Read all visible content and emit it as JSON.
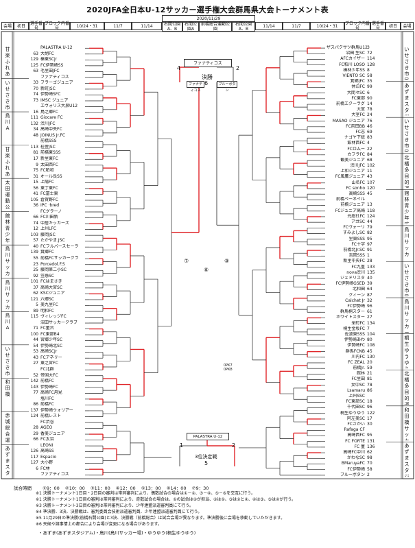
{
  "title": "2020JFA全日本U-12サッカー選手権大会群馬県大会トーナメント表",
  "header": {
    "left": [
      "会場",
      "初日",
      "選手番号",
      "ブロック内番号",
      "10/24・31",
      "11/7",
      "11/14"
    ],
    "center": [
      "右間公園 A、B",
      "右間公園A",
      "前橋総合運動公園",
      "右間公園 A、B"
    ],
    "center_date": "2020/11/29",
    "right": [
      "11/14",
      "11/7",
      "10/24・31",
      "ブロック内番号",
      "選手番号",
      "初日",
      "会場"
    ]
  },
  "venues_left": [
    "甘楽ふれあいの森",
    "いせさき市民のもり",
    "鳥川 A",
    "甘楽ふれあいの森",
    "太田運動公園",
    "館林青少年広場",
    "鳥川サッカー場",
    "鳥川サッカー場",
    "鳥川 A",
    "いせさき市民のもり",
    "和田橋",
    "赤城総合運動自然公園",
    "あずまスタジアム"
  ],
  "venues_right": [
    "いせさき市民のもり",
    "あずまスタジアム B",
    "いせさき市民のもり",
    "北橘多目的運動場",
    "館林青少年広場",
    "鳥川サッカー場",
    "いせさき市民のもり",
    "鳥川サッカー場",
    "桐生ゆうゆう A",
    "北橘多目的運動場",
    "和田橋サッカー場",
    "あずまスタジアム A"
  ],
  "left_teams": [
    {
      "no": "",
      "name": "PALASTRA U-12"
    },
    {
      "no": "63",
      "name": "大胡FC"
    },
    {
      "no": "129",
      "name": "榛東SCjr"
    },
    {
      "no": "125",
      "name": "FC伊勢崎SS"
    },
    {
      "no": "63",
      "name": "毛里田JFC"
    },
    {
      "no": "",
      "name": "ファナティコス"
    },
    {
      "no": "33",
      "name": "フラーゴジュニア"
    },
    {
      "no": "70",
      "name": "新町JSC"
    },
    {
      "no": "74",
      "name": "伊勢崎SFC"
    },
    {
      "no": "73",
      "name": "IMSC ジュニア"
    },
    {
      "no": "",
      "name": "エヴォリス大泉U12"
    },
    {
      "no": "16",
      "name": "鳥之郷FC"
    },
    {
      "no": "111",
      "name": "Giocare FC"
    },
    {
      "no": "132",
      "name": "渋川JFC"
    },
    {
      "no": "34",
      "name": "高崎中央FC"
    },
    {
      "no": "48",
      "name": "JOINUS Jr.FC"
    },
    {
      "no": "",
      "name": "前橋SSS"
    },
    {
      "no": "113",
      "name": "桂萱JSC"
    },
    {
      "no": "81",
      "name": "前橋東SSS"
    },
    {
      "no": "17",
      "name": "新里東FC"
    },
    {
      "no": "9",
      "name": "太田西FC"
    },
    {
      "no": "75",
      "name": "FC粕和"
    },
    {
      "no": "31",
      "name": "オール長SS"
    },
    {
      "no": "15",
      "name": "上陽FC"
    },
    {
      "no": "56",
      "name": "東丁東FC"
    },
    {
      "no": "41",
      "name": "FC富士東"
    },
    {
      "no": "105",
      "name": "倉賀野FC"
    },
    {
      "no": "36",
      "name": "IPC ·bred"
    },
    {
      "no": "",
      "name": "FCグラーノ"
    },
    {
      "no": "66",
      "name": "FC川田新"
    },
    {
      "no": "74",
      "name": "中居キッカーズ"
    },
    {
      "no": "12",
      "name": "上州LFC"
    },
    {
      "no": "103",
      "name": "藤岡JSC"
    },
    {
      "no": "57",
      "name": "たかやま.JSC"
    },
    {
      "no": "40",
      "name": "FCフルバースセーラー"
    },
    {
      "no": "139",
      "name": "箕郷FC"
    },
    {
      "no": "55",
      "name": "前橋FCサッカークラブ"
    },
    {
      "no": "23",
      "name": "Porcedol.F.S"
    },
    {
      "no": "25",
      "name": "藤岡第二小SC"
    },
    {
      "no": "92",
      "name": "笠懸SC"
    },
    {
      "no": "101",
      "name": "FCはまさき"
    },
    {
      "no": "37",
      "name": "高崎大宮SC"
    },
    {
      "no": "62",
      "name": "KSCジュニア"
    },
    {
      "no": "121",
      "name": "六郷SC"
    },
    {
      "no": "5",
      "name": "美九里FC"
    },
    {
      "no": "89",
      "name": "明和FC"
    },
    {
      "no": "115",
      "name": "ヴィレッジFC"
    },
    {
      "no": "",
      "name": "沼田サッカークラブ"
    },
    {
      "no": "71",
      "name": "FC菫台"
    },
    {
      "no": "100",
      "name": "FC東部B4"
    },
    {
      "no": "44",
      "name": "宮郷少年SC"
    },
    {
      "no": "54",
      "name": "伊勢崎北SC"
    },
    {
      "no": "53",
      "name": "高崎SCJr"
    },
    {
      "no": "43",
      "name": "FCアネリー"
    },
    {
      "no": "27",
      "name": "東之宮FC"
    },
    {
      "no": "",
      "name": "FC北群"
    },
    {
      "no": "52",
      "name": "帝国大FC"
    },
    {
      "no": "142",
      "name": "前橋FC"
    },
    {
      "no": "143",
      "name": "伊勢崎FC"
    },
    {
      "no": "77",
      "name": "高崎FC月見"
    },
    {
      "no": "",
      "name": "塩川FC"
    },
    {
      "no": "86",
      "name": "前橋FC"
    },
    {
      "no": "137",
      "name": "伊勢崎ウォリアー"
    },
    {
      "no": "124",
      "name": "前橋レスト"
    },
    {
      "no": "",
      "name": "FC渋谷"
    },
    {
      "no": "28",
      "name": "AGEO"
    },
    {
      "no": "29",
      "name": "香美ジュニア"
    },
    {
      "no": "66",
      "name": "FC太沼"
    },
    {
      "no": "",
      "name": "LEONI"
    },
    {
      "no": "126",
      "name": "高崎SS"
    },
    {
      "no": "117",
      "name": "Espacio"
    },
    {
      "no": "127",
      "name": "大小野"
    },
    {
      "no": "6",
      "name": "FC林"
    },
    {
      "no": "",
      "name": "ファナティコス"
    }
  ],
  "right_teams": [
    {
      "no": "3",
      "name": "ザスパクサツ群馬U12"
    },
    {
      "no": "72",
      "name": "沼田 生SC"
    },
    {
      "no": "114",
      "name": "AFCカイザー"
    },
    {
      "no": "128",
      "name": "FC粕川 LOSO"
    },
    {
      "no": "8",
      "name": "榛林少年SS"
    },
    {
      "no": "58",
      "name": "VIENTO SC"
    },
    {
      "no": "35",
      "name": "箕郷JFC"
    },
    {
      "no": "99",
      "name": "休泊FC"
    },
    {
      "no": "6",
      "name": "大間々SC"
    },
    {
      "no": "90",
      "name": "FC東部"
    },
    {
      "no": "14",
      "name": "前橋エクーラグ"
    },
    {
      "no": "78",
      "name": "大室"
    },
    {
      "no": "24",
      "name": "大室FC"
    },
    {
      "no": "76",
      "name": "MASAO ジュニア"
    },
    {
      "no": "46",
      "name": "FC前田BB"
    },
    {
      "no": "69",
      "name": "FC志"
    },
    {
      "no": "83",
      "name": "ナゴヤ下総"
    },
    {
      "no": "4",
      "name": "館林西FC"
    },
    {
      "no": "22",
      "name": "FCロムー"
    },
    {
      "no": "84",
      "name": "カフラFC"
    },
    {
      "no": "68",
      "name": "観美ジュニア"
    },
    {
      "no": "102",
      "name": "渋川JFC"
    },
    {
      "no": "11",
      "name": "上和ジュニア"
    },
    {
      "no": "43",
      "name": "FC風鷹ジュニア"
    },
    {
      "no": "107",
      "name": "山名FC"
    },
    {
      "no": "120",
      "name": "FC sonho"
    },
    {
      "no": "45",
      "name": "高崎SSS"
    },
    {
      "no": "",
      "name": "前橋ペーネイル"
    },
    {
      "no": "13",
      "name": "前橋ジュニア"
    },
    {
      "no": "118",
      "name": "FCジュニア高崎"
    },
    {
      "no": "124",
      "name": "元総社FC"
    },
    {
      "no": "44",
      "name": "アガSC"
    },
    {
      "no": "79",
      "name": "FCヴォーリ"
    },
    {
      "no": "82",
      "name": "すみよしSC"
    },
    {
      "no": "95",
      "name": "里東SSS"
    },
    {
      "no": "97",
      "name": "FC十字"
    },
    {
      "no": "91",
      "name": "前橋北Jr.SC"
    },
    {
      "no": "1",
      "name": "吉岡SSS"
    },
    {
      "no": "28",
      "name": "新里中央FC"
    },
    {
      "no": "133",
      "name": "FC九重"
    },
    {
      "no": "135",
      "name": "nova渋川"
    },
    {
      "no": "40",
      "name": "ジェドリスタ"
    },
    {
      "no": "39",
      "name": "FC伊勢崎GSED"
    },
    {
      "no": "64",
      "name": "北和田"
    },
    {
      "no": "87",
      "name": "クィーン"
    },
    {
      "no": "32",
      "name": "Calchet Jr"
    },
    {
      "no": "96",
      "name": "FC伊勢崎"
    },
    {
      "no": "61",
      "name": "群馬桐スター"
    },
    {
      "no": "27",
      "name": "ホワイトスター"
    },
    {
      "no": "134",
      "name": "栄町FC"
    },
    {
      "no": "7",
      "name": "桐生金坂FC"
    },
    {
      "no": "104",
      "name": "佐波東SSS"
    },
    {
      "no": "80",
      "name": "伊勢崎あわ"
    },
    {
      "no": "108",
      "name": "伊勢崎FC"
    },
    {
      "no": "45",
      "name": "群馬FCNB"
    },
    {
      "no": "130",
      "name": "川内FC"
    },
    {
      "no": "20",
      "name": "FC ZEAL"
    },
    {
      "no": "59",
      "name": "前橋Jr."
    },
    {
      "no": "21",
      "name": "館林"
    },
    {
      "no": "81",
      "name": "FC里田"
    },
    {
      "no": "78",
      "name": "女中SC"
    },
    {
      "no": "86",
      "name": "Lsamaru"
    },
    {
      "no": "",
      "name": "上州SSC"
    },
    {
      "no": "18",
      "name": "FC東部SC"
    },
    {
      "no": "96",
      "name": "千代田SC"
    },
    {
      "no": "122",
      "name": "桐生ゆうゆう"
    },
    {
      "no": "17",
      "name": "阿左美SC"
    },
    {
      "no": "30",
      "name": "FCさかい"
    },
    {
      "no": "",
      "name": "Rafaga CF"
    },
    {
      "no": "95",
      "name": "高崎西FC"
    },
    {
      "no": "131",
      "name": "FC FORTE"
    },
    {
      "no": "136",
      "name": "FC 菫"
    },
    {
      "no": "62",
      "name": "高崎FC中川"
    },
    {
      "no": "98",
      "name": "かわなSC"
    },
    {
      "no": "70",
      "name": "BMaruyaFC"
    },
    {
      "no": "58",
      "name": "FC伊勢崎"
    },
    {
      "no": "2",
      "name": "ブルーボタン"
    }
  ],
  "final_box": {
    "top": "ファナティコス",
    "left_score": "4",
    "right_score": "2",
    "label": "決勝",
    "circle": "6",
    "bottom_left": "ファナティコス",
    "bottom_right": "ブルーボタン"
  },
  "third_box": {
    "top": "PALASTRA U-12",
    "left_score": "1",
    "right_score": "2",
    "label": "3位決定戦",
    "circle": "5",
    "bottom_left": "",
    "bottom_right": ""
  },
  "times": {
    "label": "試合時間",
    "slots": [
      "①9：00",
      "②10：00",
      "③11：00",
      "④12：00",
      "⑤13：00",
      "⑥14：00",
      "⑦9：30"
    ]
  },
  "notes": [
    "※1 決勝トーナメント1日目・2日目の審判は帯同審判により、偶数試合の場合は①－②、③－④、⑤－⑥を交互に行う。",
    "※1 決勝トーナメント1日目の審判は帯同審判により、奇数試合の場合は、①の試合は②が担当、②は①、③は②と④、④は③、⑤は④が行う。",
    "※3 決勝トーナメント3日目の審判は帯同審判により、少年連盟派遣審判員にて行う。",
    "※4 準決勝、3決、決勝戦は、審判委員会技術派遣審判員、少年連盟派遣審判員にて行う。",
    "※5 11月29日の準決勝(前橋石間公園)と3決、決勝戦（前橋総合）は試合会場が異なります。準決勝後に会場を移動していただきます。",
    "※6 天候や諸事情上の都合により会場が変更になる場合があります。"
  ],
  "legend": "・あずま(あずまスタジアム)・鳥川(鳥川サッカー場)・ゆうゆう(桐生ゆうゆう)",
  "center_marks": {
    "semi_left": "⑧",
    "semi_right": "⑧",
    "final_num": "⑦",
    "pk_right": "0PK7 0PK8"
  }
}
